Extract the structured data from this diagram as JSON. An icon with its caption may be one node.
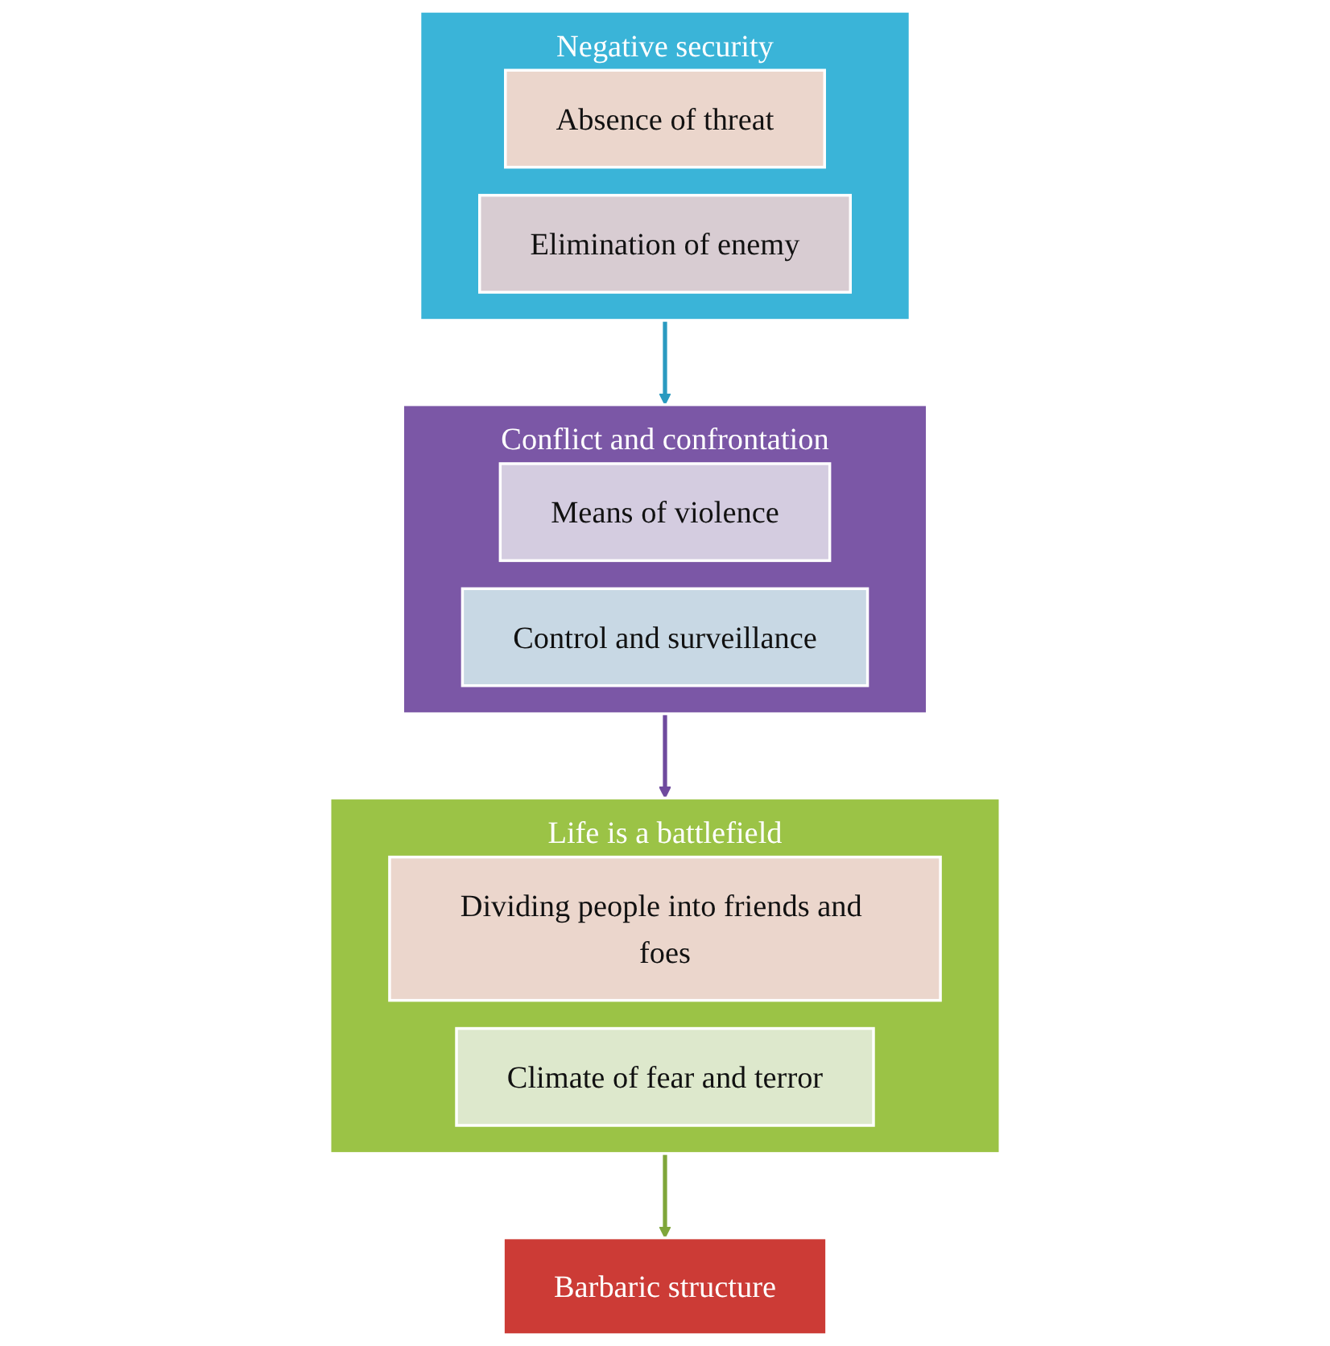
{
  "diagram": {
    "nodes": [
      {
        "text": [
          "Negative security"
        ]
      },
      {
        "text": [
          "Absence of threat"
        ],
        "in": 0
      },
      {
        "text": [
          "Elimination of enemy"
        ],
        "in": 0
      },
      {
        "text": [
          "Conflict and confrontation"
        ]
      },
      {
        "text": [
          "Means of violence"
        ],
        "in": 3
      },
      {
        "text": [
          "Control and surveillance"
        ],
        "in": 3
      },
      {
        "text": [
          "Life is a battlefield"
        ]
      },
      {
        "text": [
          "Dividing people into friends and foes"
        ],
        "in": 6
      },
      {
        "text": [
          "Climate of fear and terror"
        ],
        "in": 6
      },
      {
        "text": [
          "Barbaric structure"
        ]
      }
    ],
    "edges": [
      {
        "from": 0,
        "to": 3,
        "arrow": "to",
        "color": "#2a9ac0"
      },
      {
        "from": 3,
        "to": 6,
        "arrow": "to",
        "color": "#6f4a9e"
      },
      {
        "from": 6,
        "to": 9,
        "arrow": "to",
        "color": "#7fa63a"
      }
    ]
  }
}
